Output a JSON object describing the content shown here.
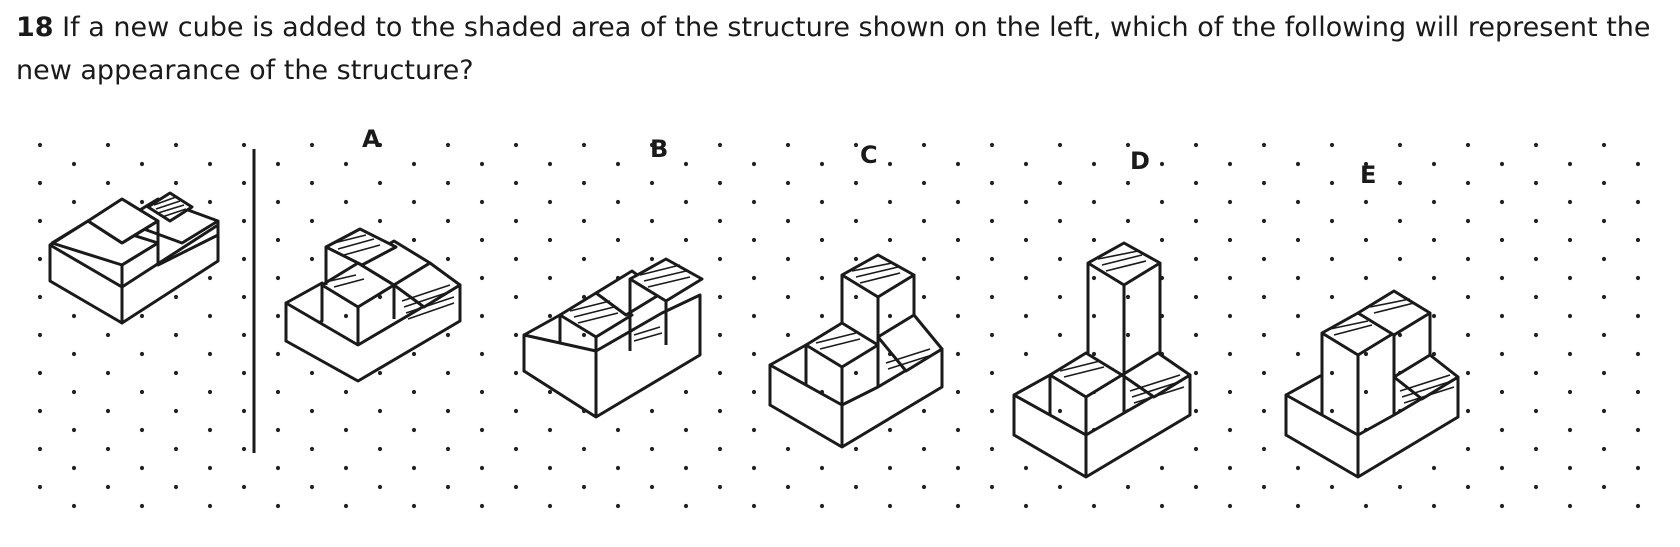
{
  "question": {
    "number": "18",
    "text": "If a new cube is added to the shaded area of the structure shown on the left, which of the following will represent the new appearance of the structure?"
  },
  "figure": {
    "stimulus_icon": "isometric-cube-structure-icon",
    "options": [
      {
        "label": "A",
        "icon": "isometric-structure-icon"
      },
      {
        "label": "B",
        "icon": "isometric-structure-icon"
      },
      {
        "label": "C",
        "icon": "isometric-structure-icon"
      },
      {
        "label": "D",
        "icon": "isometric-structure-icon"
      },
      {
        "label": "E",
        "icon": "isometric-structure-icon"
      }
    ],
    "line_color": "#1a1a1a",
    "dot_color": "#222222"
  }
}
